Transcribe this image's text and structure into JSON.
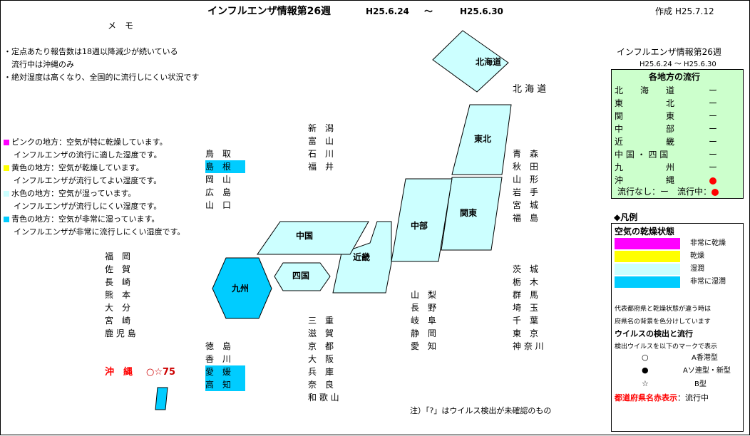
{
  "header": {
    "title": "インフルエンザ情報第26週",
    "date_from": "H25.6.24",
    "tilde": "〜",
    "date_to": "H25.6.30",
    "created": "作成 H25.7.12"
  },
  "memo": {
    "title": "メ　モ",
    "lines": [
      "・定点あたり報告数は18週以降減少が続いている",
      "　流行中は沖縄のみ",
      "・絶対湿度は高くなり、全国的に流行しにくい状況です"
    ]
  },
  "color_guide": [
    {
      "color": "#ff00ff",
      "line1": "ピンクの地方：空気が特に乾燥しています。",
      "line2": "インフルエンザの流行に適した湿度です。"
    },
    {
      "color": "#ffff00",
      "line1": "黄色の地方：空気が乾燥しています。",
      "line2": "インフルエンザが流行してよい湿度です。"
    },
    {
      "color": "#ccffff",
      "line1": "水色の地方：空気が湿っています。",
      "line2": "インフルエンザが流行しにくい湿度です。"
    },
    {
      "color": "#00ccff",
      "line1": "青色の地方：空気が非常に湿っています。",
      "line2": "インフルエンザが非常に流行しにくい湿度です。"
    }
  ],
  "regions": {
    "hokkaido": "北海道",
    "tohoku": "東北",
    "kanto": "関東",
    "chubu": "中部",
    "kinki": "近畿",
    "chugoku": "中国",
    "shikoku": "四国",
    "kyushu": "九州"
  },
  "region_colors": {
    "light": "#ccffff",
    "deep": "#00ccff"
  },
  "prefectures": {
    "hokkaido": "北 海 道",
    "hokuriku": [
      "新　潟",
      "富　山",
      "石　川",
      "福　井"
    ],
    "tohoku": [
      "青　森",
      "秋　田",
      "山　形",
      "岩　手",
      "宮　城",
      "福　島"
    ],
    "chugoku": [
      "鳥　取",
      "島　根",
      "岡　山",
      "広　島",
      "山　口"
    ],
    "kyushu": [
      "福　岡",
      "佐　賀",
      "長　崎",
      "熊　本",
      "大　分",
      "宮　崎",
      "鹿 児 島"
    ],
    "kanto": [
      "茨　城",
      "栃　木",
      "群　馬",
      "埼　玉",
      "千　葉",
      "東　京",
      "神 奈 川"
    ],
    "chubu": [
      "山　梨",
      "長　野",
      "岐　阜",
      "静　岡",
      "愛　知"
    ],
    "kinki": [
      "三　重",
      "滋　賀",
      "京　都",
      "大　阪",
      "兵　庫",
      "奈　良",
      "和 歌 山"
    ],
    "shikoku": [
      "徳　島",
      "香　川",
      "愛　媛",
      "高　知"
    ]
  },
  "okinawa": {
    "name": "沖　縄",
    "mark": "○☆75"
  },
  "note": "注）「?」はウイルス検出が未確認のもの",
  "status_panel": {
    "title": "インフルエンザ情報第26週",
    "dates": "H25.6.24 〜 H25.6.30",
    "heading": "各地方の流行",
    "rows": [
      {
        "name": "北　　海　　道",
        "status": "ー"
      },
      {
        "name": "東　　　　　北",
        "status": "ー"
      },
      {
        "name": "関　　　　　東",
        "status": "ー"
      },
      {
        "name": "中　　　　　部",
        "status": "ー"
      },
      {
        "name": "近　　　　　畿",
        "status": "ー"
      },
      {
        "name": "中 国 ・ 四 国",
        "status": "ー"
      },
      {
        "name": "九　　　　　州",
        "status": "ー"
      },
      {
        "name": "沖　　　　　縄",
        "status": "dot"
      }
    ],
    "footer_none": "流行なし：ー",
    "footer_active": "流行中："
  },
  "legend": {
    "title": "◆凡例",
    "humidity_title": "空気の乾燥状態",
    "swatches": [
      {
        "color": "#ff00ff",
        "label": "非常に乾燥"
      },
      {
        "color": "#ffff00",
        "label": "乾燥"
      },
      {
        "color": "#ccffff",
        "label": "湿潤"
      },
      {
        "color": "#00ccff",
        "label": "非常に湿潤"
      }
    ],
    "note1": "代表都府県と乾燥状態が違う時は",
    "note2": "府県名の背景を色分けしています",
    "virus_title": "ウイルスの検出と流行",
    "virus_intro": "検出ウイルスを以下のマークで表示",
    "marks": [
      {
        "symbol": "○",
        "label": "A香港型"
      },
      {
        "symbol": "●",
        "label": "Aソ連型・新型"
      },
      {
        "symbol": "☆",
        "label": "B型"
      }
    ],
    "red_label": "都道府県名赤表示",
    "red_suffix": "：流行中"
  }
}
